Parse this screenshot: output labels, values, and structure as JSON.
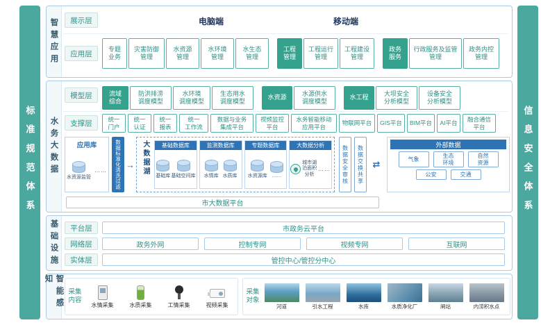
{
  "colors": {
    "teal_fill": "#35A28D",
    "teal_border": "#5AAFA4",
    "teal_text": "#2E9288",
    "blue": "#2E74B5",
    "light_blue_border": "#A9C9E8",
    "sidebar_teal": "#4BA89F"
  },
  "left_bar": "标准规范体系",
  "right_bar": "信息安全体系",
  "icons": {
    "arrow_right": "→",
    "arrow_double": "⇄"
  },
  "app": {
    "label": "智慧应用",
    "display": {
      "label": "展示层",
      "pc": "电脑端",
      "mobile": "移动端"
    },
    "app_layer": {
      "label": "应用层",
      "groups": [
        {
          "head": "专题\n业务",
          "items": [
            "灾害防御\n管理",
            "水资源\n管理",
            "水环境\n管理",
            "水生态\n管理"
          ]
        },
        {
          "head": "工程\n管理",
          "items": [
            "工程运行\n管理",
            "工程建设\n管理"
          ]
        },
        {
          "head": "政务\n服务",
          "items": [
            "行政服务及监管\n管理",
            "政务内控\n管理"
          ]
        }
      ]
    }
  },
  "bigdata": {
    "label": "水务大数据",
    "model": {
      "label": "模型层",
      "groups": [
        {
          "head": "流域\n综合",
          "items": [
            "防洪排涝\n调度模型",
            "水环境\n调度模型",
            "生态用水\n调度模型"
          ]
        },
        {
          "head": "水资源",
          "items": [
            "水源供水\n调度模型"
          ]
        },
        {
          "head": "水工程",
          "items": [
            "大坝安全\n分析模型",
            "设备安全\n分析模型"
          ]
        }
      ]
    },
    "support": {
      "label": "支撑层",
      "items": [
        "统一\n门户",
        "统一\n认证",
        "统一\n报表",
        "统一\n工作流",
        "数据与业务\n集成平台",
        "视频监控\n平台",
        "水务智能移动\n应用平台",
        "物联网平台",
        "GIS平台",
        "BIM平台",
        "AI平台",
        "融合通信\n平台"
      ]
    },
    "flow": {
      "app_store": {
        "title": "应用库",
        "cylinder_label": "水资源监管",
        "ellipsis": "……"
      },
      "filter": "数据标准化清洗过滤",
      "lake": {
        "label": "大数据湖",
        "groups": [
          {
            "title": "基础数据库",
            "cylinders": [
              "基础库",
              "基础空间库"
            ]
          },
          {
            "title": "监测数据库",
            "cylinders": [
              "水情库",
              "水质库"
            ]
          },
          {
            "title": "专题数据库",
            "cylinders": [
              "水资源库",
              "……"
            ]
          },
          {
            "title": "大数据分析",
            "analysis_label": "城市湖泊面积分析",
            "ellipsis": "……"
          }
        ]
      },
      "audit": "数据安全审核",
      "exchange": "数据交换共享",
      "external": {
        "title": "外部数据",
        "row1": [
          "气象",
          "生态\n环境",
          "自然\n资源"
        ],
        "row2": [
          "公安",
          "交通"
        ]
      },
      "platform_bar": "市大数据平台"
    }
  },
  "infra": {
    "label": "基础设施",
    "platform": {
      "label": "平台层",
      "bar": "市政务云平台"
    },
    "network": {
      "label": "网络层",
      "items": [
        "政务外网",
        "控制专网",
        "视频专网",
        "互联网"
      ]
    },
    "entity": {
      "label": "实体层",
      "bar": "管控中心/管控分中心"
    }
  },
  "sense": {
    "label": "智能感知",
    "content": {
      "label": "采集内容",
      "items": [
        "水情采集",
        "水质采集",
        "工情采集",
        "视频采集"
      ]
    },
    "objects": {
      "label": "采集对象",
      "items": [
        "河道",
        "引水工程",
        "水库",
        "水质净化厂",
        "闸站",
        "内涝积水点"
      ]
    }
  }
}
